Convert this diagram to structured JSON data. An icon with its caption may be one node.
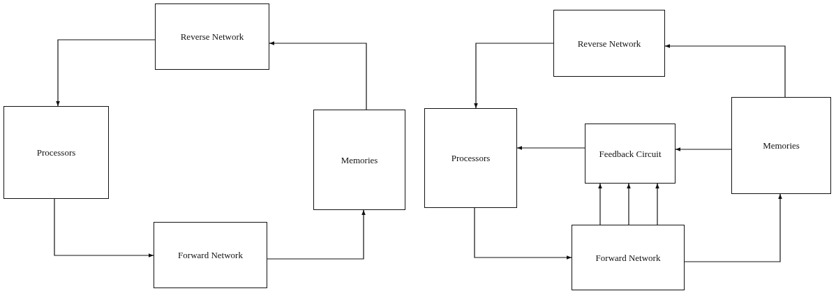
{
  "diagram": {
    "nodes": [
      {
        "text": [
          "Reverse Network"
        ]
      },
      {
        "text": [
          "Processors"
        ]
      },
      {
        "text": [
          "Memories"
        ]
      },
      {
        "text": [
          "Forward Network"
        ]
      },
      {
        "text": [
          "Reverse Network"
        ]
      },
      {
        "text": [
          "Processors"
        ]
      },
      {
        "text": [
          "Feedback Circuit"
        ]
      },
      {
        "text": [
          "Memories"
        ]
      },
      {
        "text": [
          "Forward Network"
        ]
      }
    ],
    "edges": [
      {
        "from": 0,
        "to": 1,
        "arrow": "to"
      },
      {
        "from": 1,
        "to": 3,
        "arrow": "to"
      },
      {
        "from": 3,
        "to": 2,
        "arrow": "to"
      },
      {
        "from": 2,
        "to": 0,
        "arrow": "to"
      },
      {
        "from": 4,
        "to": 5,
        "arrow": "to"
      },
      {
        "from": 5,
        "to": 8,
        "arrow": "to"
      },
      {
        "from": 8,
        "to": 7,
        "arrow": "to"
      },
      {
        "from": 7,
        "to": 4,
        "arrow": "to"
      },
      {
        "from": 7,
        "to": 6,
        "arrow": "to"
      },
      {
        "from": 6,
        "to": 5,
        "arrow": "to"
      },
      {
        "from": 8,
        "to": 6,
        "arrow": "to"
      },
      {
        "from": 8,
        "to": 6,
        "arrow": "to"
      },
      {
        "from": 8,
        "to": 6,
        "arrow": "to"
      }
    ]
  }
}
